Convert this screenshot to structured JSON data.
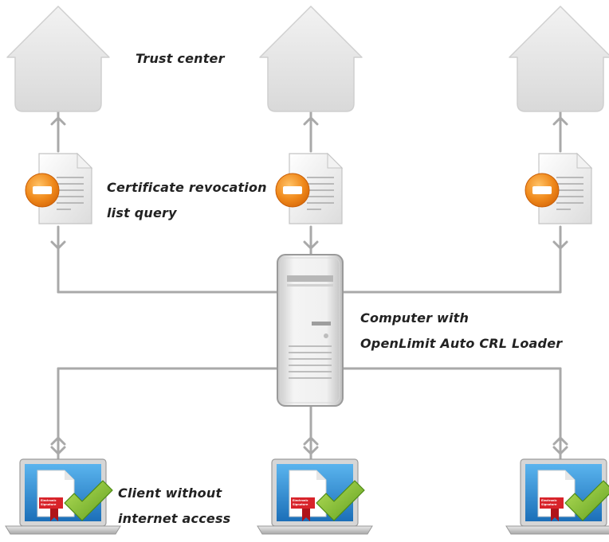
{
  "labels": {
    "trust_center": "Trust center",
    "crl_query_line1": "Certificate revocation",
    "crl_query_line2": "list query",
    "computer_line1": "Computer with",
    "computer_line2": "OpenLimit Auto CRL Loader",
    "client_line1": "Client without",
    "client_line2": "internet access"
  },
  "laptop_screen_text": {
    "line1": "Electronic",
    "line2": "Signature"
  },
  "colors": {
    "connector": "#a9a9a9",
    "house": "#e6e6e6",
    "revocation_badge": "#f08a1c",
    "check": "#8cc63f",
    "screen": "#2a8ed6"
  },
  "icons": {
    "trust_center": "house-icon",
    "crl_document": "revoked-document-icon",
    "server": "server-tower-icon",
    "client": "laptop-signature-icon",
    "check": "checkmark-icon"
  }
}
